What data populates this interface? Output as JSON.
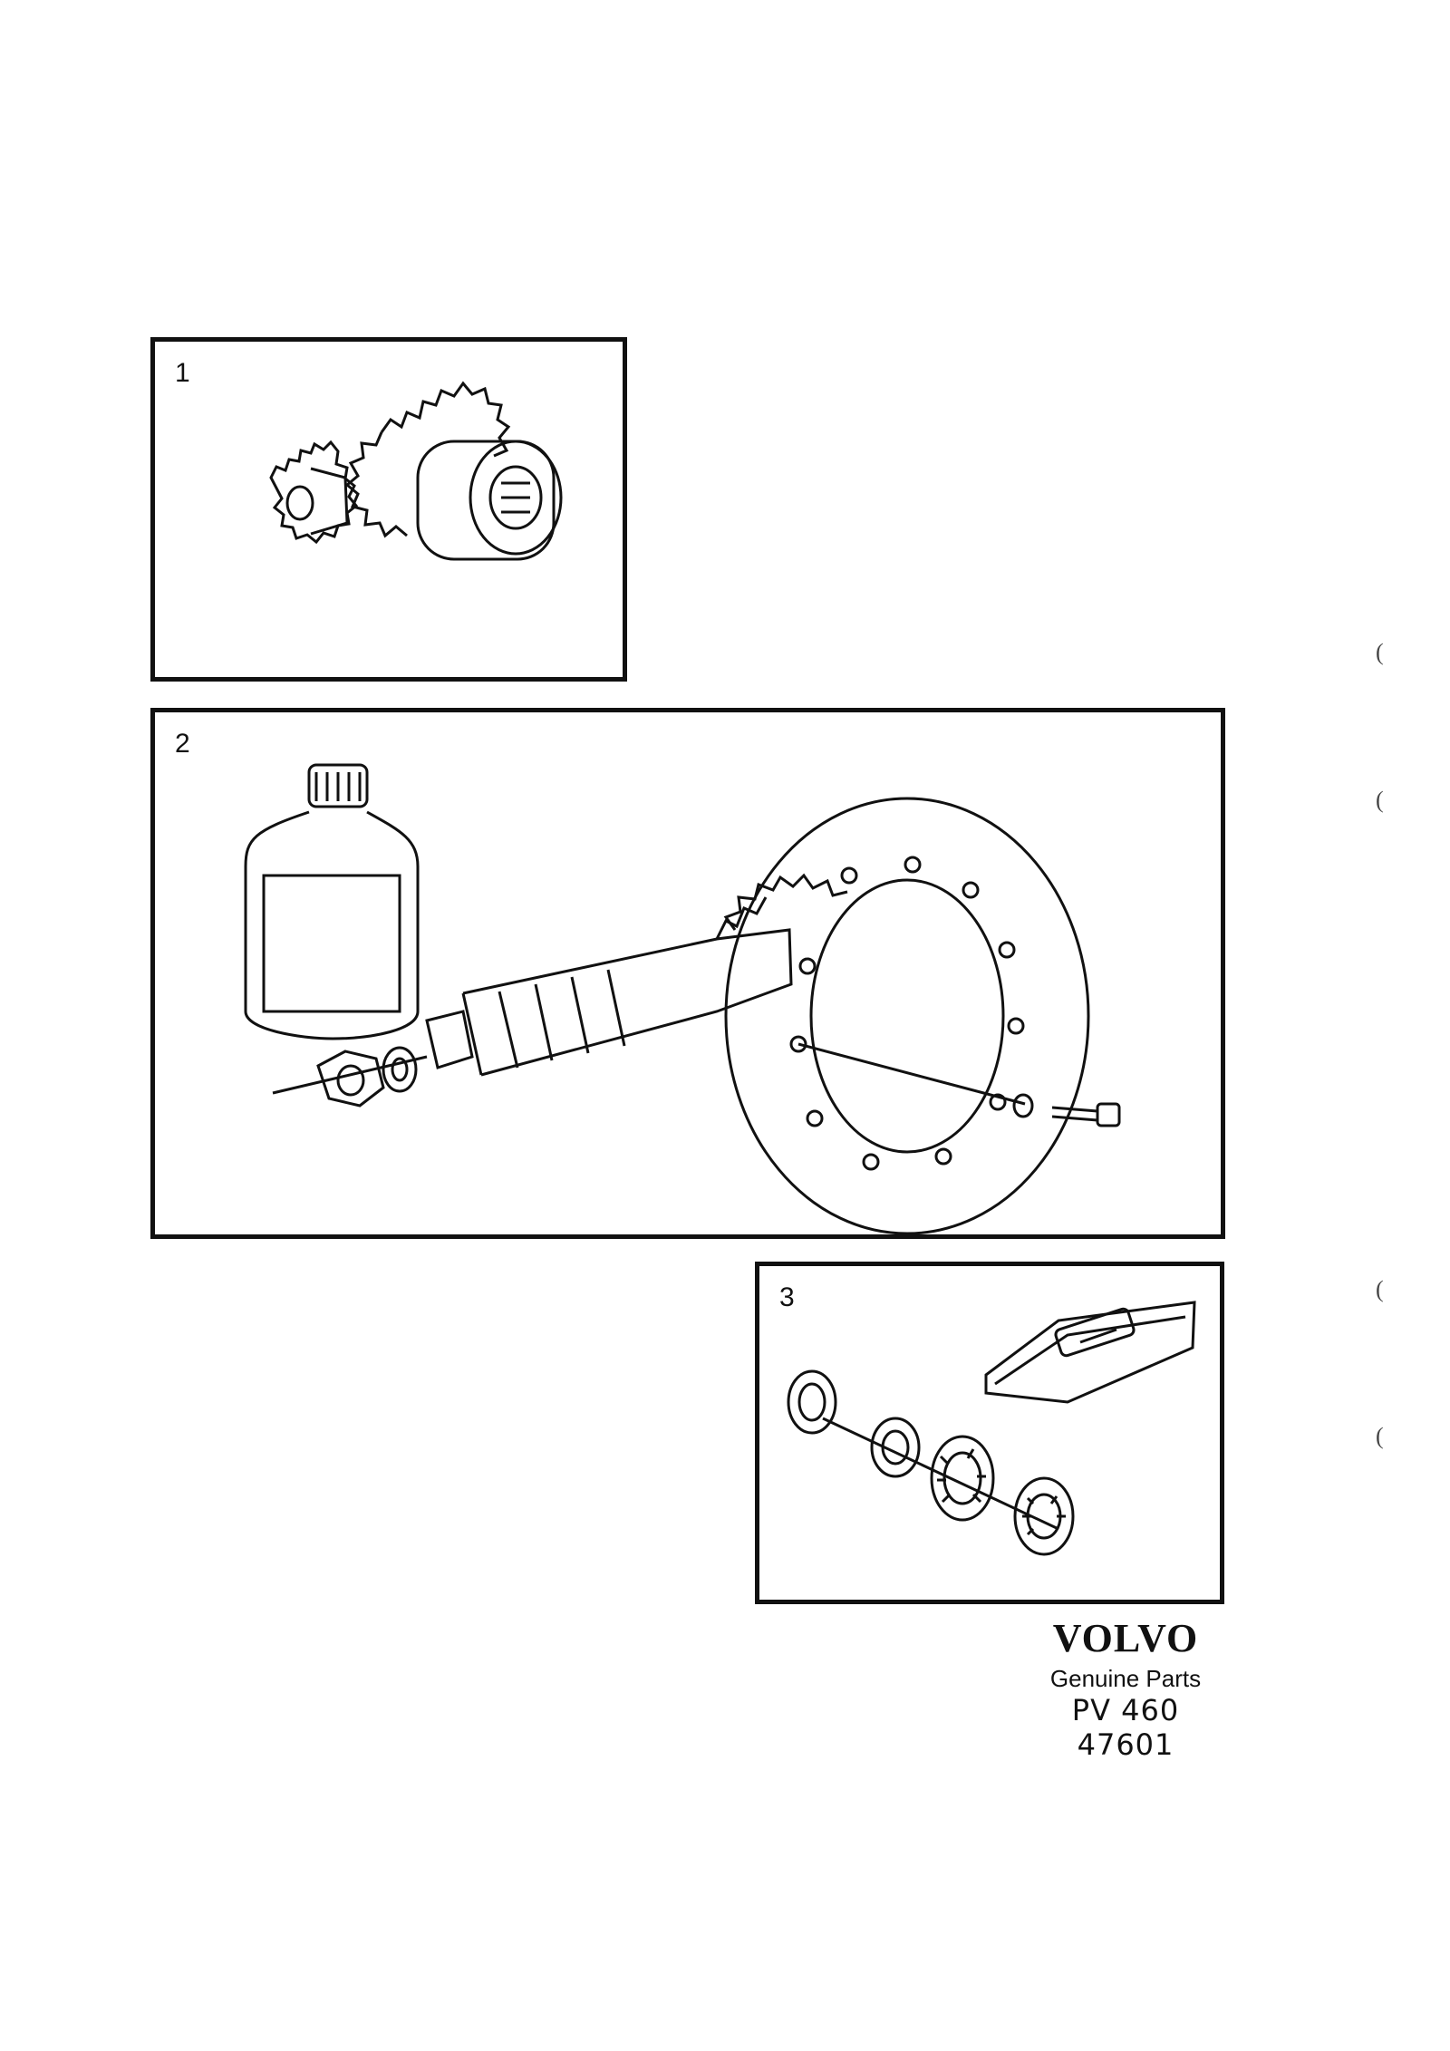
{
  "panels": [
    {
      "number": "1",
      "content": "pinion gears"
    },
    {
      "number": "2",
      "content": "ring gear and pinion set with oil"
    },
    {
      "number": "3",
      "content": "bearing kit with grease"
    }
  ],
  "brand": {
    "logo": "VOLVO",
    "tagline": "Genuine Parts",
    "part_number": "PV 460 47601"
  },
  "margin_marks": [
    "(",
    "(",
    "(",
    "("
  ],
  "colors": {
    "ink": "#111111",
    "paper": "#ffffff"
  }
}
